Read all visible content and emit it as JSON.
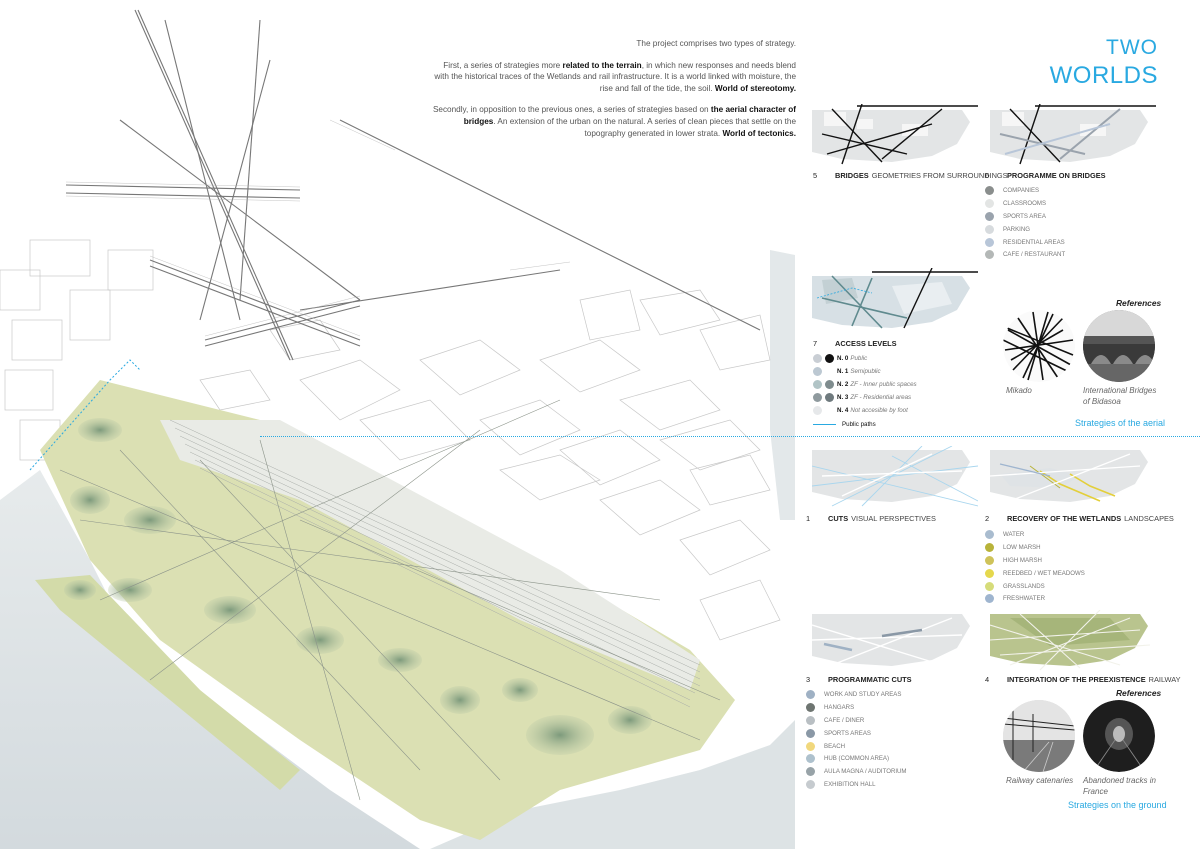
{
  "title": {
    "line1": "TWO",
    "line2": "WORLDS"
  },
  "intro": {
    "p1": "The project comprises two types of strategy.",
    "p2_a": "First, a series of strategies more ",
    "p2_b": "related to the terrain",
    "p2_c": ", in which new responses and needs blend with the historical traces of the Wetlands and rail infrastructure. It is a world linked with moisture, the rise and fall of the tide, the soil. ",
    "p2_d": "World of stereotomy.",
    "p3_a": "Secondly, in opposition to the previous ones, a series of strategies based on ",
    "p3_b": "the aerial character of bridges",
    "p3_c": ". An extension of the urban on the natural. A series of clean pieces that settle on the topography generated in lower strata. ",
    "p3_d": "World of tectonics."
  },
  "sections": {
    "s5": {
      "num": "5",
      "title": "BRIDGES",
      "sub": "GEOMETRIES FROM SURROUNDINGS"
    },
    "s6": {
      "num": "6",
      "title": "PROGRAMME ON BRIDGES",
      "sub": ""
    },
    "s7": {
      "num": "7",
      "title": "ACCESS LEVELS",
      "sub": ""
    },
    "s1": {
      "num": "1",
      "title": "CUTS",
      "sub": "VISUAL PERSPECTIVES"
    },
    "s2": {
      "num": "2",
      "title": "RECOVERY OF THE WETLANDS",
      "sub": "LANDSCAPES"
    },
    "s3": {
      "num": "3",
      "title": "PROGRAMMATIC CUTS",
      "sub": ""
    },
    "s4": {
      "num": "4",
      "title": "INTEGRATION OF THE PREEXISTENCE",
      "sub": "RAILWAY"
    }
  },
  "legend_bridges": [
    {
      "label": "COMPANIES",
      "color": "#8a8e8d"
    },
    {
      "label": "CLASSROOMS",
      "color": "#e3e5e4"
    },
    {
      "label": "SPORTS AREA",
      "color": "#9aa3ad"
    },
    {
      "label": "PARKING",
      "color": "#d7dbde"
    },
    {
      "label": "RESIDENTIAL AREAS",
      "color": "#b8c6d8"
    },
    {
      "label": "CAFE / RESTAURANT",
      "color": "#b4b8b7"
    }
  ],
  "legend_access": [
    {
      "level": "N. 0",
      "desc": "Public",
      "c1": "#c9ced4",
      "c2": "#111111"
    },
    {
      "level": "N. 1",
      "desc": "Semipublic",
      "c1": "#bcc8d2",
      "c2": ""
    },
    {
      "level": "N. 2",
      "desc": "ZF - Inner public spaces",
      "c1": "#b1c4c6",
      "c2": "#7f8c8e"
    },
    {
      "level": "N. 3",
      "desc": "ZF - Residential areas",
      "c1": "#8f9a9e",
      "c2": "#6f7a7e"
    },
    {
      "level": "N. 4",
      "desc": "Not accesible by foot",
      "c1": "#e6e8ea",
      "c2": ""
    }
  ],
  "public_paths": "Public paths",
  "legend_wetlands": [
    {
      "label": "WATER",
      "color": "#a9bccf"
    },
    {
      "label": "LOW MARSH",
      "color": "#b8b33a"
    },
    {
      "label": "HIGH MARSH",
      "color": "#cfc35a"
    },
    {
      "label": "REEDBED / WET MEADOWS",
      "color": "#e5d84d"
    },
    {
      "label": "GRASSLANDS",
      "color": "#d6dc7a"
    },
    {
      "label": "FRESHWATER",
      "color": "#9fb5cf"
    }
  ],
  "legend_cuts": [
    {
      "label": "WORK AND STUDY AREAS",
      "color": "#9fb1c4"
    },
    {
      "label": "HANGARS",
      "color": "#6e7571"
    },
    {
      "label": "CAFE / DINER",
      "color": "#b9bfc3"
    },
    {
      "label": "SPORTS AREAS",
      "color": "#8a98a6"
    },
    {
      "label": "BEACH",
      "color": "#f1d87d"
    },
    {
      "label": "HUB (COMMON AREA)",
      "color": "#aec1cd"
    },
    {
      "label": "AULA MAGNA / AUDITORIUM",
      "color": "#98a3a8"
    },
    {
      "label": "EXHIBITION HALL",
      "color": "#c6cbcf"
    }
  ],
  "refs_aerial": {
    "heading": "References",
    "cap1": "Mikado",
    "cap2": "International Bridges of Bidasoa"
  },
  "refs_ground": {
    "heading": "References",
    "cap1": "Railway catenaries",
    "cap2": "Abandoned tracks in France"
  },
  "strategies": {
    "aerial": "Strategies of the aerial",
    "ground": "Strategies on the ground"
  },
  "colors": {
    "accent": "#29a9e1",
    "landscape": "#d9deb0",
    "water": "#dfe4e6"
  }
}
